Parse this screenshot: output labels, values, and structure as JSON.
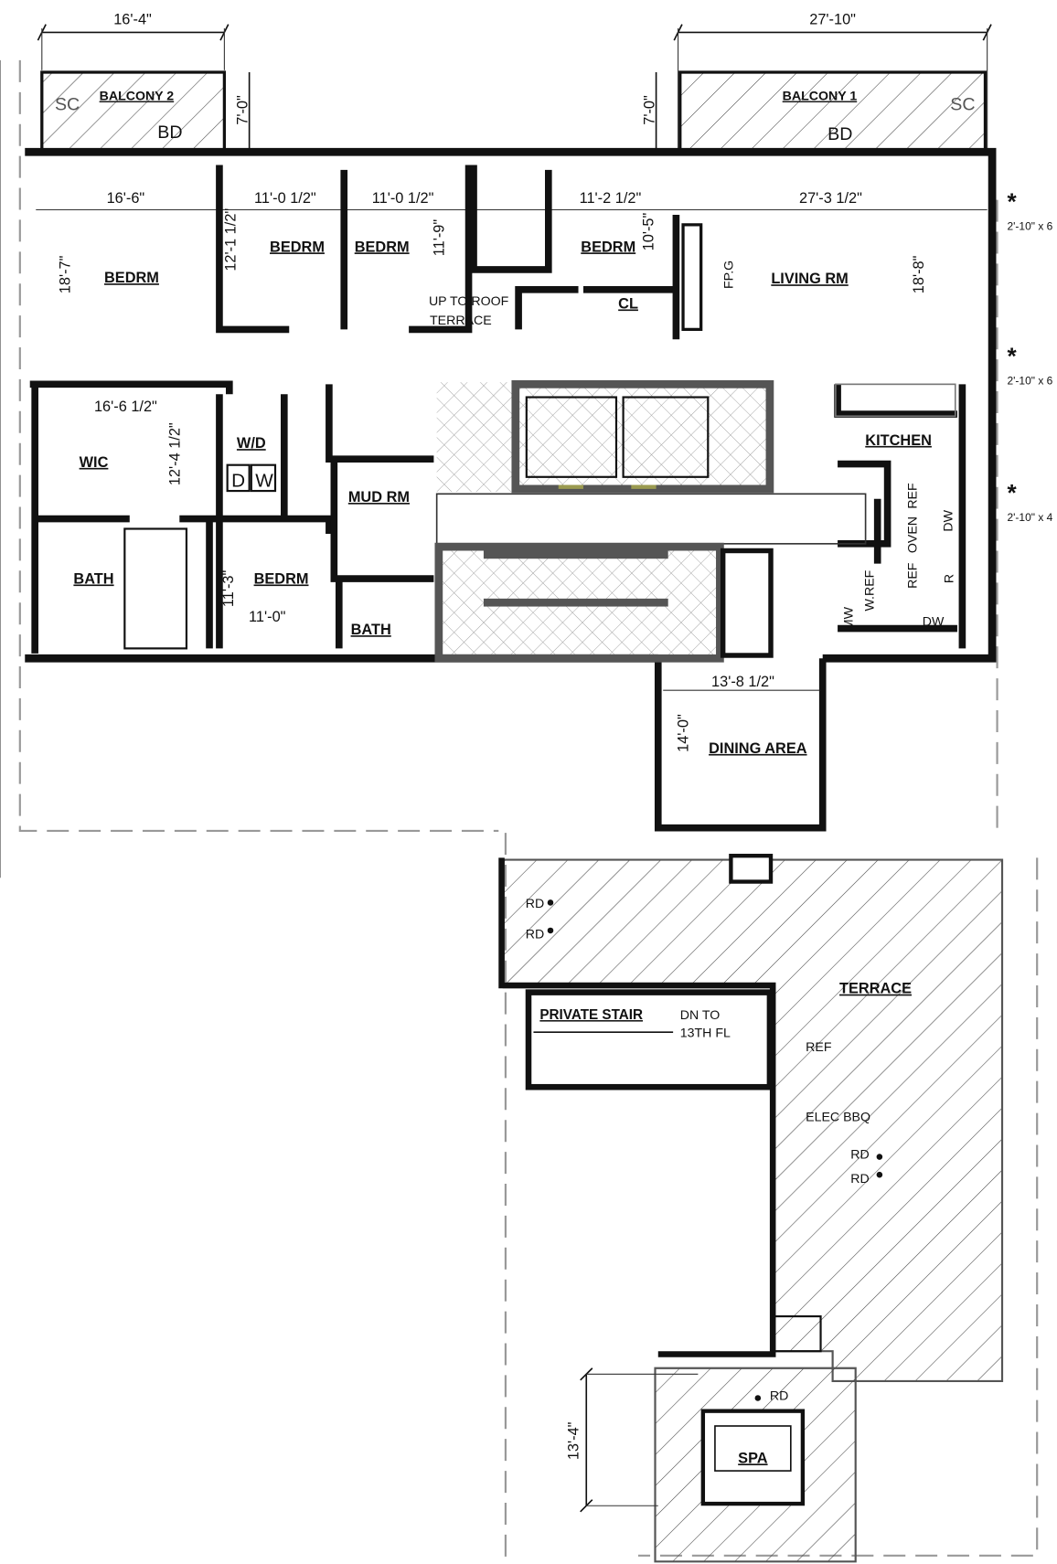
{
  "dimensions": {
    "balcony2_width": "16'-4\"",
    "balcony1_width": "27'-10\"",
    "balcony2_depth": "7'-0\"",
    "balcony1_depth": "7'-0\"",
    "bedrm1_width": "16'-6\"",
    "bedrm1_depth": "18'-7\"",
    "bedrm2_width": "11'-0 1/2\"",
    "bedrm2_depth": "12'-1 1/2\"",
    "bedrm3_width": "11'-0 1/2\"",
    "bedrm3_depth": "11'-9\"",
    "bedrm4_width": "11'-2 1/2\"",
    "bedrm4_depth": "10'-5\"",
    "living_width": "27'-3 1/2\"",
    "living_depth": "18'-8\"",
    "wic_width": "16'-6 1/2\"",
    "wic_depth": "12'-4 1/2\"",
    "bedrm5_depth": "11'-3\"",
    "bedrm5_width": "11'-0\"",
    "dining_width": "13'-8 1/2\"",
    "dining_depth": "14'-0\"",
    "spa_depth": "13'-4\""
  },
  "rooms": {
    "balcony2": "BALCONY 2",
    "balcony1": "BALCONY 1",
    "bedrm": "BEDRM",
    "living": "LIVING RM",
    "cl": "CL",
    "wic": "WIC",
    "wd": "W/D",
    "mud": "MUD RM",
    "kitchen": "KITCHEN",
    "bath": "BATH",
    "dining": "DINING AREA",
    "terrace": "TERRACE",
    "private_stair": "PRIVATE STAIR",
    "spa": "SPA"
  },
  "notes": {
    "sc": "SC",
    "bd": "BD",
    "fpg": "FP.G",
    "up_roof_1": "UP TO ROOF",
    "up_roof_2": "TERRACE",
    "d": "D",
    "w": "W",
    "ref": "REF",
    "oven": "OVEN",
    "dw": "DW",
    "r": "R",
    "wref": "W.REF",
    "mw": "MW",
    "rd": "RD",
    "dn_1": "DN TO",
    "dn_2": "13TH FL",
    "elec_bbq": "ELEC BBQ",
    "window_a": "2'-10\" x 6",
    "window_b": "2'-10\" x 6",
    "window_c": "2'-10\" x 4",
    "asterisk": "*"
  },
  "colors": {
    "wall": "#111111",
    "core": "#555555",
    "hatch": "#444444",
    "door_swing": "#1a1aa0"
  }
}
